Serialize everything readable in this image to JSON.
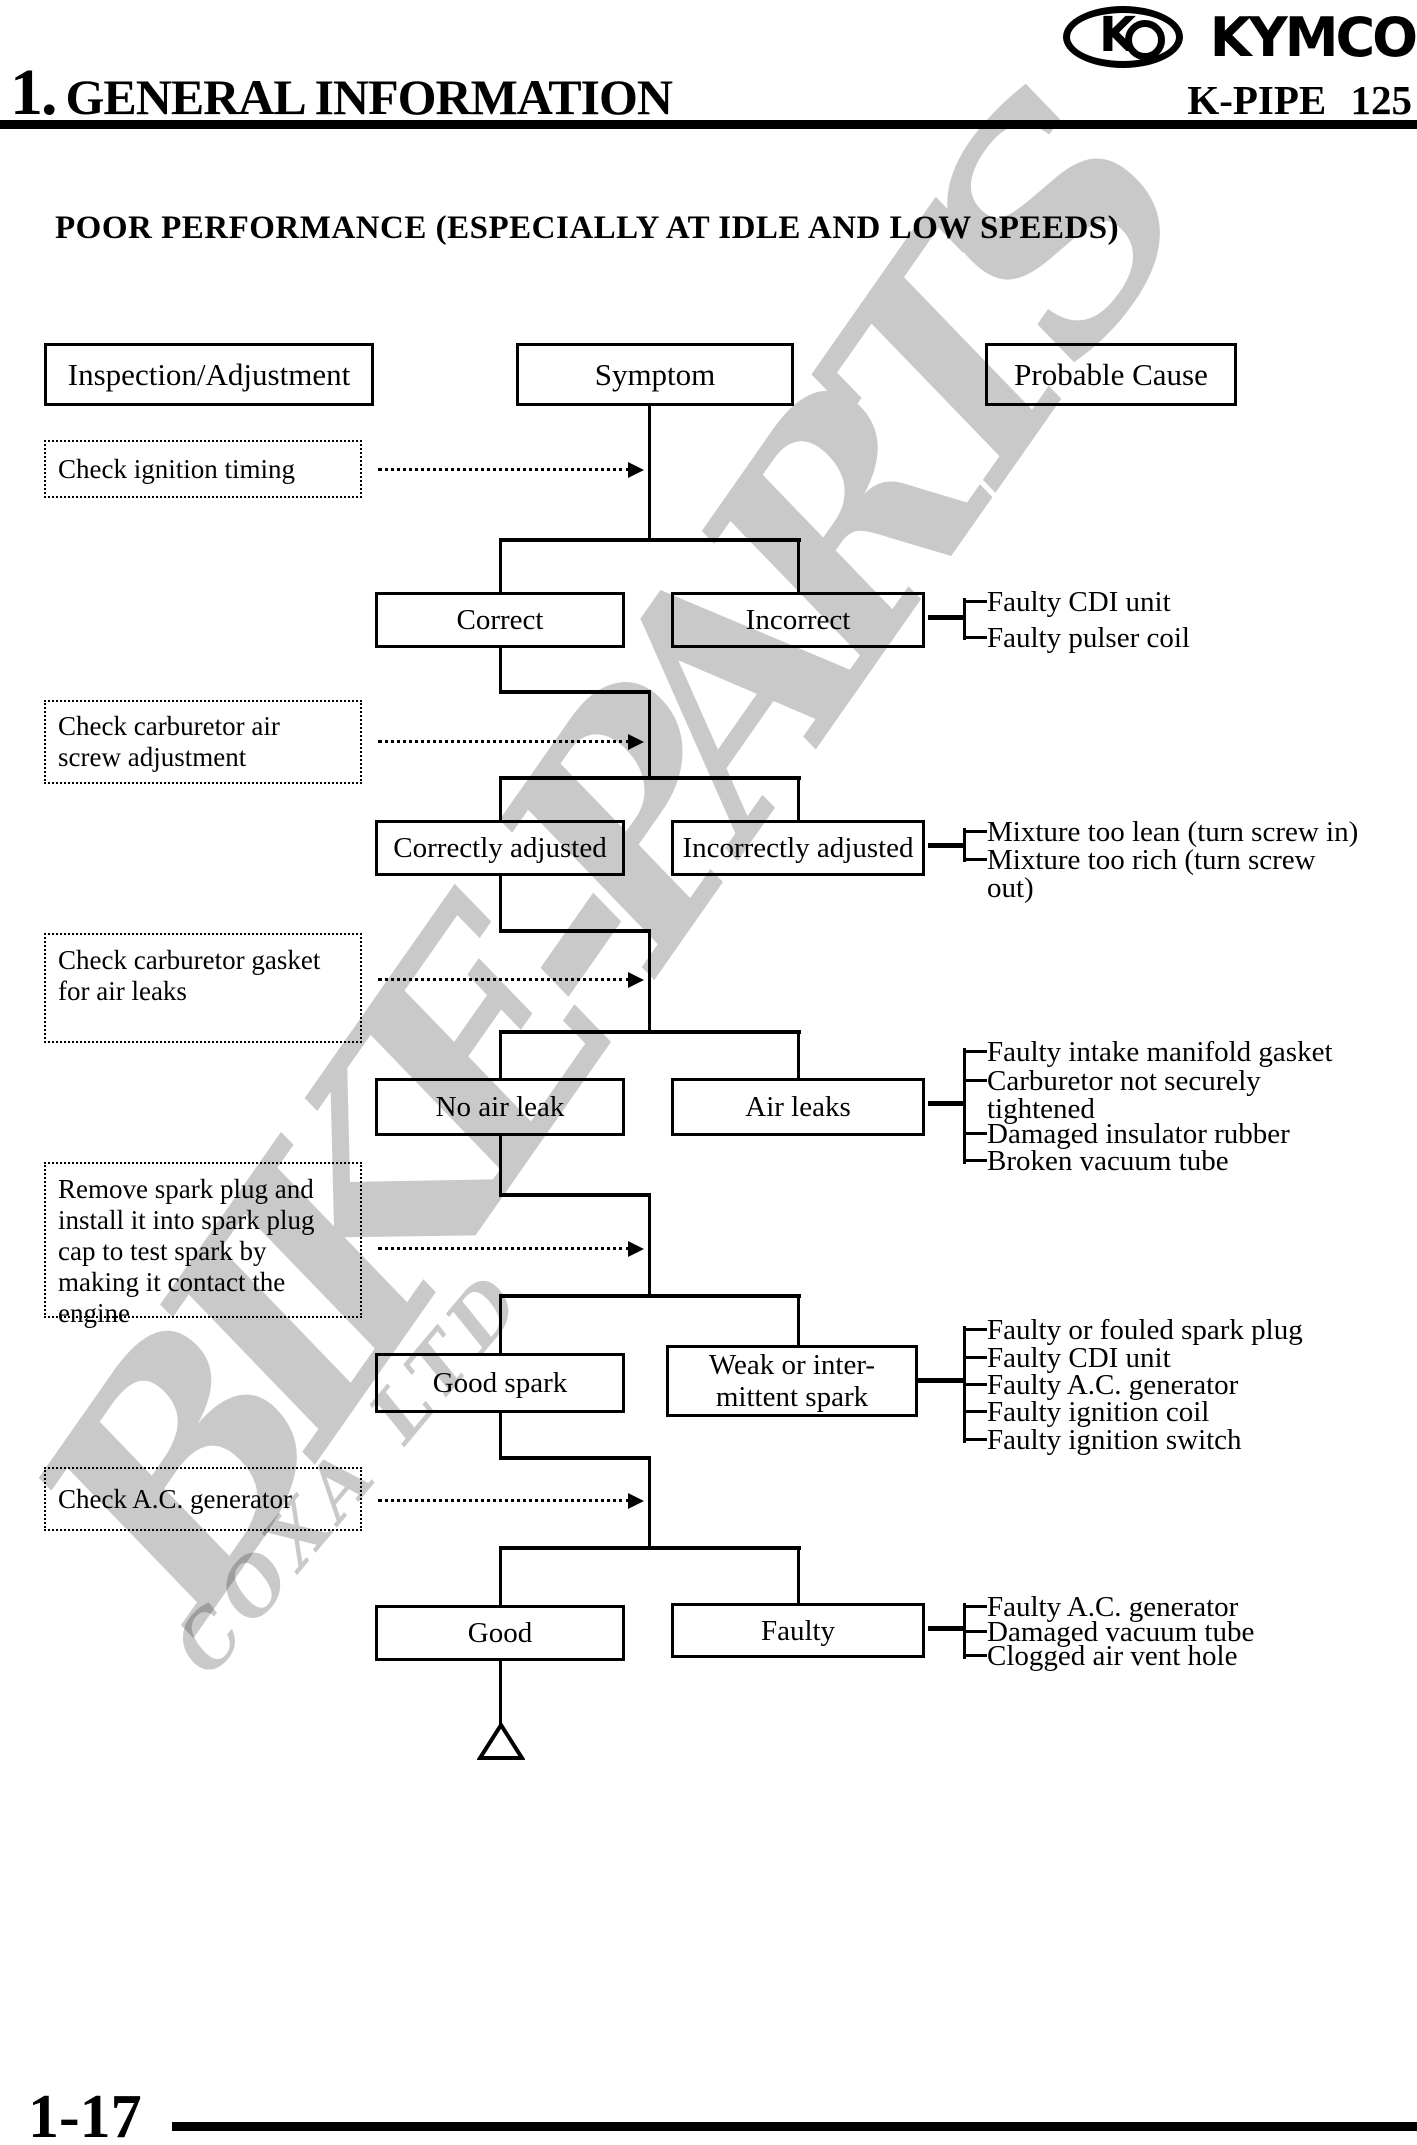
{
  "header": {
    "section_number": "1.",
    "section_title": "GENERAL INFORMATION",
    "brand": "KYMCO",
    "brand_logo_letter": "K",
    "model": "K-PIPE 125"
  },
  "page_title": "POOR PERFORMANCE (ESPECIALLY AT IDLE AND LOW SPEEDS)",
  "columns": {
    "inspection": "Inspection/Adjustment",
    "symptom": "Symptom",
    "probable_cause": "Probable Cause"
  },
  "flowchart": {
    "stages": [
      {
        "check": "Check ignition timing",
        "result_ok": "Correct",
        "result_bad": "Incorrect",
        "causes": [
          "Faulty CDI unit",
          "Faulty pulser coil"
        ]
      },
      {
        "check": "Check carburetor air screw adjustment",
        "result_ok": "Correctly adjusted",
        "result_bad": "Incorrectly adjusted",
        "causes": [
          "Mixture too lean (turn screw in)",
          "Mixture too rich (turn screw out)"
        ]
      },
      {
        "check": "Check carburetor gasket for air leaks",
        "result_ok": "No air leak",
        "result_bad": "Air leaks",
        "causes": [
          "Faulty intake manifold gasket",
          "Carburetor not securely tightened",
          "Damaged insulator rubber",
          "Broken vacuum tube"
        ]
      },
      {
        "check": "Remove spark plug and install it into spark plug cap to test spark by making it contact the engine",
        "result_ok": "Good spark",
        "result_bad": "Weak or inter-mittent spark",
        "causes": [
          "Faulty or fouled spark plug",
          "Faulty CDI unit",
          "Faulty A.C. generator",
          "Faulty ignition coil",
          "Faulty ignition switch"
        ]
      },
      {
        "check": "Check A.C. generator",
        "result_ok": "Good",
        "result_bad": "Faulty",
        "causes": [
          "Faulty A.C. generator",
          "Damaged vacuum tube",
          "Clogged air vent hole"
        ]
      }
    ]
  },
  "watermark": {
    "text": "BIKE-PARTS",
    "subtext": "COXA LTD"
  },
  "footer": {
    "page_number": "1-17"
  },
  "colors": {
    "ink": "#000000",
    "watermark_gray": "#c9c9c9",
    "paper": "#ffffff"
  }
}
